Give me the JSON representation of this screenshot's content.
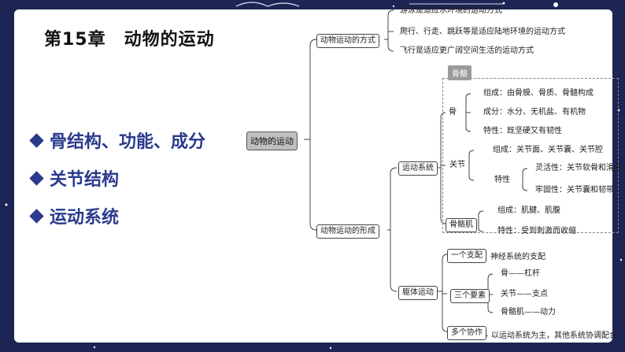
{
  "title": "第15章　动物的运动",
  "bullets": [
    "骨结构、功能、成分",
    "关节结构",
    "运动系统"
  ],
  "map": {
    "root": "动物的运动",
    "b1": "动物运动的方式",
    "b1_items": [
      "游泳是适应水环境的运动方式",
      "爬行、行走、跳跃等是适应陆地环境的运动方式",
      "飞行是适应更广阔空间生活的运动方式"
    ],
    "b2": "动物运动的形成",
    "sys": "运动系统",
    "guge": "骨骼",
    "gu": "骨",
    "gu_items": [
      "组成：由骨膜、骨质、骨髓构成",
      "成分：水分、无机盐、有机物",
      "特性：既坚硬又有韧性"
    ],
    "joint": "关节",
    "joint_comp": "组成：关节面、关节囊、关节腔",
    "joint_char": "特性",
    "joint_char_items": [
      "灵活性：关节软骨和滑液",
      "牢固性：关节囊和韧带"
    ],
    "muscle": "骨骼肌",
    "muscle_items": [
      "组成：肌腱、肌腹",
      "特性：受到刺激而收缩"
    ],
    "body": "躯体运动",
    "support": "一个支配",
    "support_item": "神经系统的支配",
    "three": "三个要素",
    "three_items": [
      "骨——杠杆",
      "关节——支点",
      "骨骼肌——动力"
    ],
    "coop": "多个协作",
    "coop_item": "以运动系统为主，其他系统协调配合"
  }
}
